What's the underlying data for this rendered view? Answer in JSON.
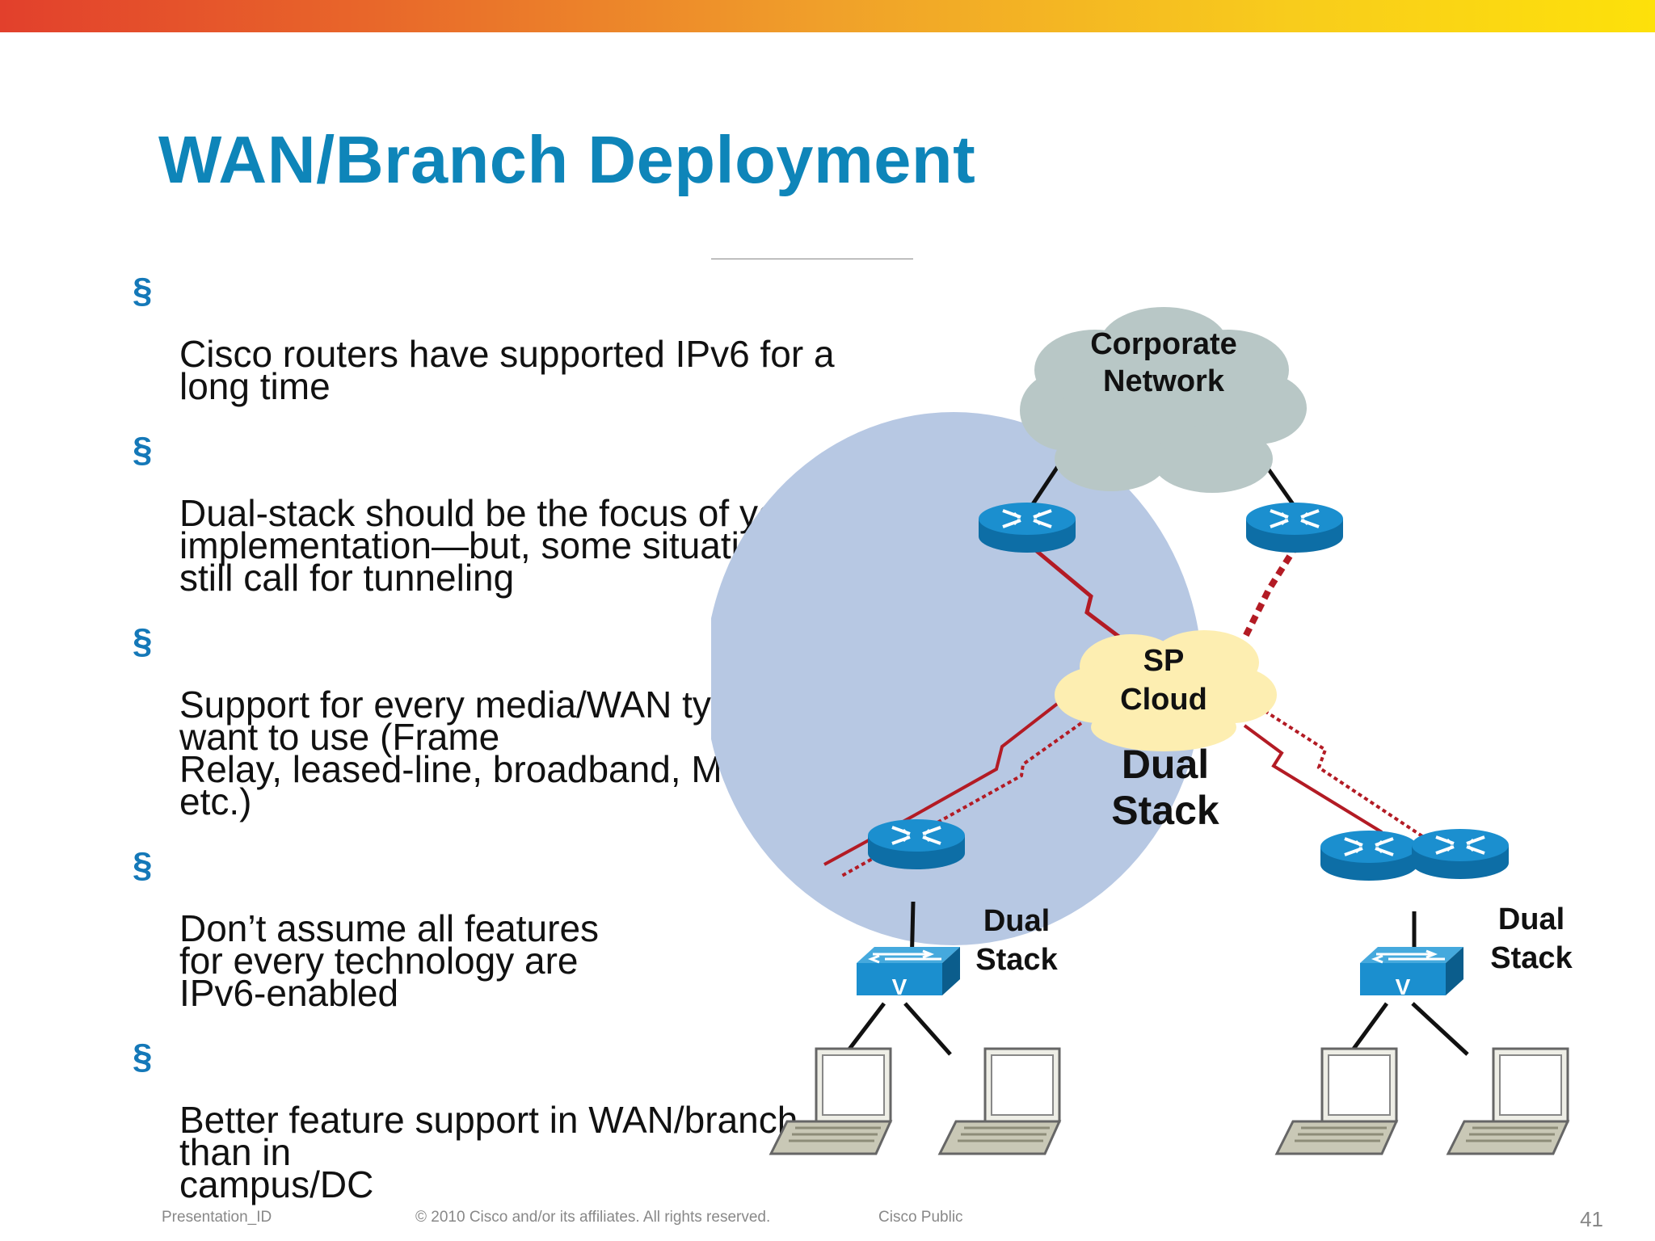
{
  "slide": {
    "title": "WAN/Branch Deployment",
    "bullet_marker": "§",
    "bullets": [
      "Cisco routers have supported IPv6 for a\nlong time",
      "Dual-stack should be the focus of your\nimplementation—but, some situations\nstill call for tunneling",
      "Support for every media/WAN type you\nwant to use (Frame\nRelay, leased-line, broadband, MPLS,\netc.)",
      "Don’t assume all features\nfor every technology are\nIPv6-enabled",
      "Better feature support in WAN/branch\nthan in\ncampus/DC"
    ]
  },
  "diagram": {
    "corporate_network": [
      "Corporate",
      "Network"
    ],
    "sp_cloud": [
      "SP",
      "Cloud"
    ],
    "center_label": [
      "Dual",
      "Stack"
    ],
    "left_branch_label": [
      "Dual",
      "Stack"
    ],
    "right_branch_label": [
      "Dual",
      "Stack"
    ],
    "switch_letter": "V",
    "colors": {
      "ellipse": "#b7c8e3",
      "corporate_cloud": "#b8c7c6",
      "sp_cloud": "#fdeeb1",
      "router": "#1b8fcf",
      "wan_link": "#b31b24"
    }
  },
  "footer": {
    "presentation_id": "Presentation_ID",
    "copyright": "© 2010 Cisco and/or its affiliates. All rights reserved.",
    "classification": "Cisco Public",
    "page_number": "41"
  }
}
